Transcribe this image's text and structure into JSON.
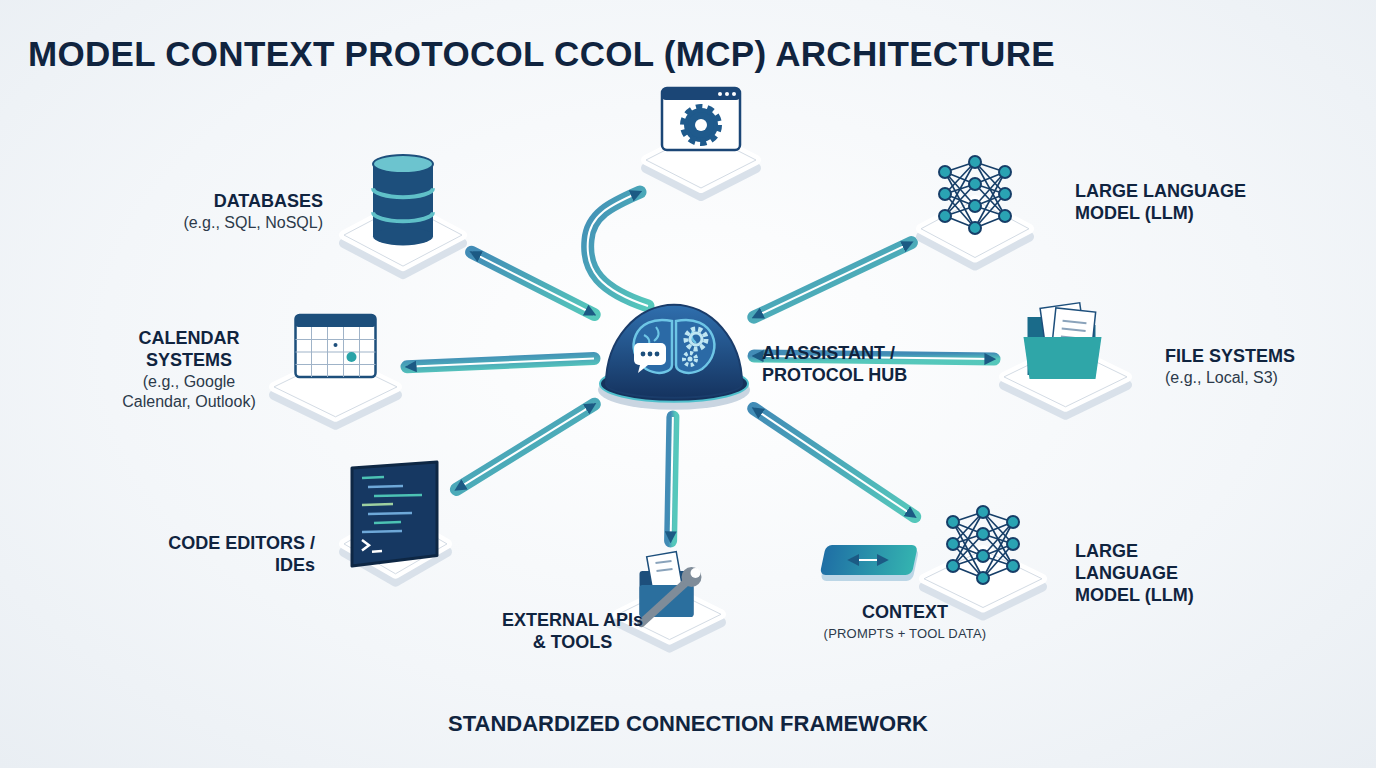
{
  "diagram": {
    "title": "MODEL CONTEXT PROTOCOL CCOL (MCP) ARCHITECTURE",
    "caption": "STANDARDIZED CONNECTION FRAMEWORK",
    "nodes": [
      {
        "text": [
          "DATABASES",
          "(e.g., SQL, NoSQL)"
        ]
      },
      {
        "text": [
          "LARGE LANGUAGE MODEL (LLM)"
        ]
      },
      {
        "text": [
          "CALENDAR SYSTEMS",
          "(e.g., Google Calendar, Outlook)"
        ]
      },
      {
        "text": [
          "AI ASSISTANT / PROTOCOL HUB"
        ]
      },
      {
        "text": [
          "FILE SYSTEMS",
          "(e.g., Local, S3)"
        ]
      },
      {
        "text": [
          "CODE EDITORS / IDEs"
        ]
      },
      {
        "text": [
          "LARGE LANGUAGE MODEL (LLM)"
        ]
      },
      {
        "text": [
          "CONTEXT",
          "(PROMPTS + TOOL DATA)"
        ]
      },
      {
        "text": [
          "EXTERNAL APIs & TOOLS"
        ]
      }
    ],
    "edges": [
      {
        "from": 3,
        "to": 0,
        "arrow": "both"
      },
      {
        "from": 3,
        "to": 1,
        "arrow": "both"
      },
      {
        "from": 3,
        "to": 2,
        "arrow": "to"
      },
      {
        "from": 3,
        "to": 4,
        "arrow": "both"
      },
      {
        "from": 3,
        "to": 5,
        "arrow": "both"
      },
      {
        "from": 3,
        "to": 6,
        "arrow": "both"
      },
      {
        "from": 3,
        "to": 8,
        "arrow": "to"
      }
    ]
  }
}
